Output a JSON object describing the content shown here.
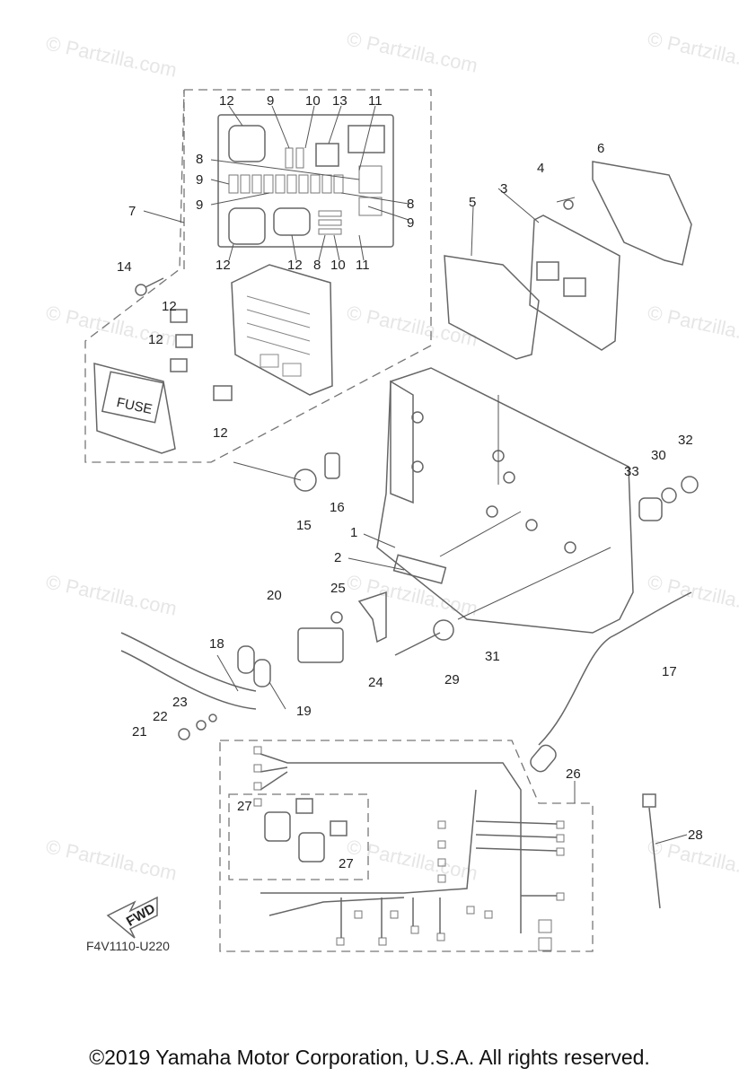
{
  "watermark": "© Partzilla.com",
  "diagram_code": "F4V1110-U220",
  "fuse_label": "FUSE",
  "fwd_label": "FWD",
  "footer": "©2019 Yamaha Motor Corporation, U.S.A. All rights reserved.",
  "callouts": [
    "12",
    "9",
    "10",
    "13",
    "11",
    "8",
    "9",
    "9",
    "8",
    "9",
    "12",
    "12",
    "8",
    "10",
    "11",
    "7",
    "6",
    "4",
    "3",
    "5",
    "14",
    "12",
    "12",
    "12",
    "1",
    "2",
    "15",
    "16",
    "33",
    "30",
    "32",
    "20",
    "25",
    "18",
    "24",
    "29",
    "31",
    "17",
    "23",
    "22",
    "19",
    "21",
    "26",
    "27",
    "27",
    "28"
  ]
}
